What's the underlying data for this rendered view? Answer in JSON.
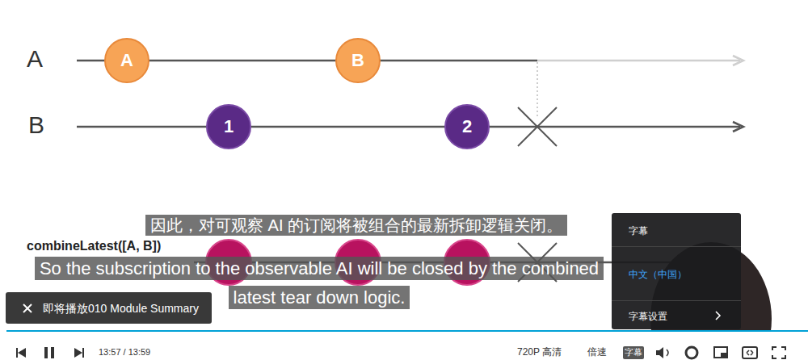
{
  "diagram": {
    "nodes": [
      {
        "text": [
          "A"
        ]
      },
      {
        "text": [
          "B"
        ]
      },
      {
        "text": [
          "1"
        ]
      },
      {
        "text": [
          "2"
        ]
      },
      {
        "text": [
          "字幕",
          "中文（中国）",
          "字幕设置"
        ]
      },
      {
        "text": [
          "即将播放010 Module Summary"
        ]
      }
    ],
    "labels": [
      "A",
      "B",
      "combineLatest([A, B])",
      "因此，对可观察 AI 的订阅将被组合的最新拆卸逻辑关闭。",
      "So the subscription to the observable AI will be closed by the combined latest tear down logic.",
      "13:57 / 13:59",
      "720P 高清",
      "倍速",
      "字幕"
    ]
  }
}
